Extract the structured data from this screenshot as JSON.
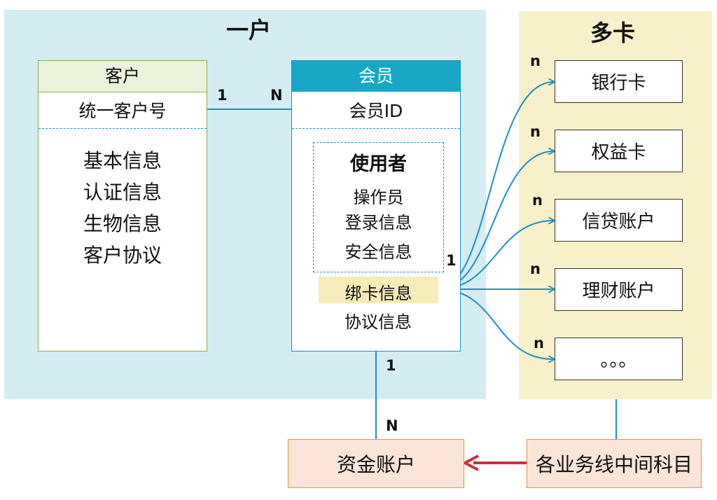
{
  "regions": {
    "left_title": "一户",
    "right_title": "多卡"
  },
  "customer": {
    "header": "客户",
    "key": "统一客户号",
    "attributes": [
      "基本信息",
      "认证信息",
      "生物信息",
      "客户协议"
    ]
  },
  "member": {
    "header": "会员",
    "key": "会员ID",
    "user_group": {
      "title": "使用者",
      "items": [
        "操作员",
        "登录信息",
        "安全信息"
      ]
    },
    "binding": "绑卡信息",
    "agreement": "协议信息"
  },
  "cards": [
    "银行卡",
    "权益卡",
    "信贷账户",
    "理财账户",
    "。。。"
  ],
  "bottom": {
    "fund_account": "资金账户",
    "ledger": "各业务线中间科目"
  },
  "cardinality": {
    "cust_member_1": "1",
    "cust_member_n": "N",
    "binding_1": "1",
    "card_n": "n",
    "member_fund_1": "1",
    "member_fund_n": "N"
  },
  "colors": {
    "blue": "#1b8fc4",
    "green": "#82b04e",
    "orange": "#e8962c",
    "red_arrow": "#c8313a"
  }
}
